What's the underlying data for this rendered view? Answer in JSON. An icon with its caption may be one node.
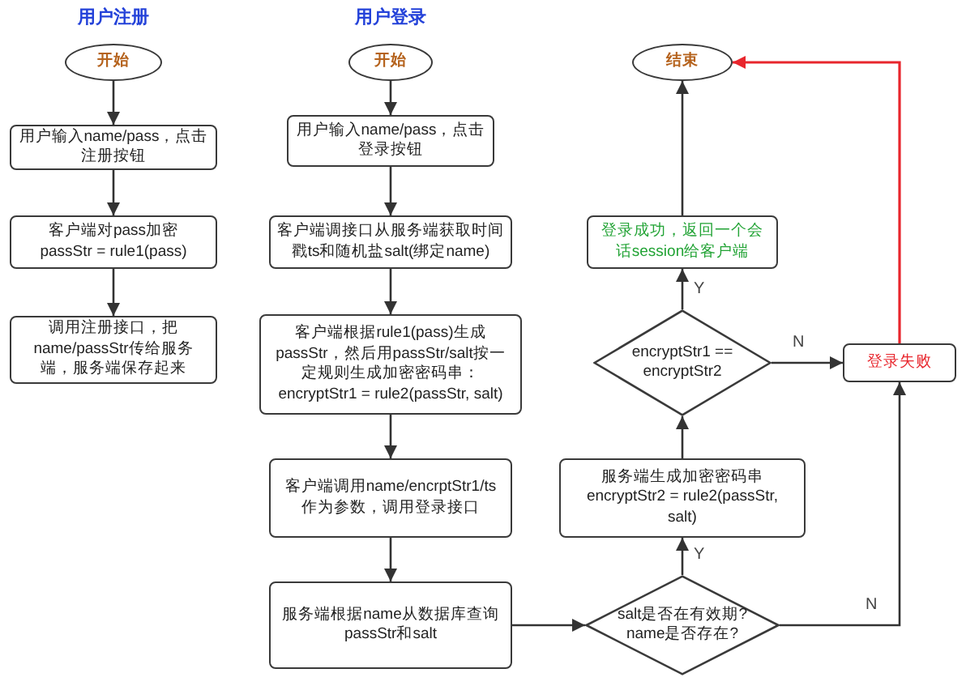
{
  "diagram": {
    "nodes": [
      {
        "text": [
          "开始"
        ]
      },
      {
        "text": [
          "用户输入name/pass，点击注册按钮"
        ]
      },
      {
        "text": [
          "客户端对pass加密 passStr = rule1(pass)"
        ]
      },
      {
        "text": [
          "调用注册接口，把name/passStr传给服务端，服务端保存起来"
        ]
      },
      {
        "text": [
          "开始"
        ]
      },
      {
        "text": [
          "用户输入name/pass，点击登录按钮"
        ]
      },
      {
        "text": [
          "客户端调接口从服务端获取时间戳ts和随机盐salt(绑定name)"
        ]
      },
      {
        "text": [
          "客户端根据rule1(pass)生成passStr，然后用passStr/salt按一定规则生成加密密码串：encryptStr1 = rule2(passStr, salt)"
        ]
      },
      {
        "text": [
          "客户端调用name/encrptStr1/ts作为参数，调用登录接口"
        ]
      },
      {
        "text": [
          "服务端根据name从数据库查询passStr和salt"
        ]
      },
      {
        "text": [
          "结束"
        ]
      },
      {
        "text": [
          "登录成功，返回一个会话session给客户端"
        ]
      },
      {
        "text": [
          "encryptStr1 == encryptStr2"
        ]
      },
      {
        "text": [
          "登录失败"
        ]
      },
      {
        "text": [
          "服务端生成加密密码串 encryptStr2 = rule2(passStr, salt)"
        ]
      },
      {
        "text": [
          "salt是否在有效期? name是否存在?"
        ]
      }
    ],
    "edges": [
      {
        "from": 0,
        "to": 1,
        "arrow": "to"
      },
      {
        "from": 1,
        "to": 2,
        "arrow": "to"
      },
      {
        "from": 2,
        "to": 3,
        "arrow": "to"
      },
      {
        "from": 4,
        "to": 5,
        "arrow": "to"
      },
      {
        "from": 5,
        "to": 6,
        "arrow": "to"
      },
      {
        "from": 6,
        "to": 7,
        "arrow": "to"
      },
      {
        "from": 7,
        "to": 8,
        "arrow": "to"
      },
      {
        "from": 8,
        "to": 9,
        "arrow": "to"
      },
      {
        "from": 9,
        "to": 15,
        "arrow": "to"
      },
      {
        "from": 15,
        "to": 14,
        "arrow": "to",
        "label": "Y"
      },
      {
        "from": 14,
        "to": 12,
        "arrow": "to"
      },
      {
        "from": 12,
        "to": 11,
        "arrow": "to",
        "label": "Y"
      },
      {
        "from": 11,
        "to": 10,
        "arrow": "to"
      },
      {
        "from": 12,
        "to": 13,
        "arrow": "to",
        "label": "N"
      },
      {
        "from": 15,
        "to": 13,
        "arrow": "to",
        "label": "N"
      },
      {
        "from": 13,
        "to": 10,
        "arrow": "to",
        "color": "#e8262d"
      }
    ],
    "labels": [
      "用户注册",
      "用户登录"
    ]
  }
}
